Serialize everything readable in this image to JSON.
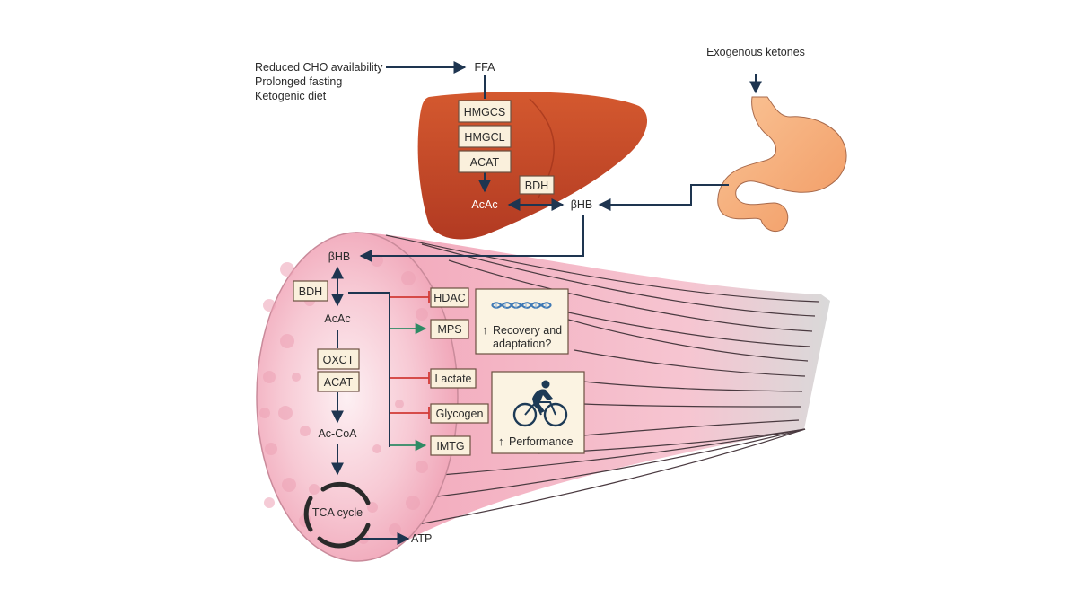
{
  "inputs": {
    "line1": "Reduced CHO availability",
    "line2": "Prolonged fasting",
    "line3": "Ketogenic diet"
  },
  "liver": {
    "ffa": "FFA",
    "enzymes": [
      "HMGCS",
      "HMGCL",
      "ACAT"
    ],
    "acac": "AcAc",
    "bdh": "BDH",
    "bhb": "βHB"
  },
  "exogenous": {
    "label": "Exogenous ketones"
  },
  "muscle": {
    "bhb": "βHB",
    "bdh": "BDH",
    "acac": "AcAc",
    "enzymes": [
      "OXCT",
      "ACAT"
    ],
    "accoa": "Ac-CoA",
    "tca": "TCA cycle",
    "atp": "ATP"
  },
  "targets": [
    {
      "label": "HDAC",
      "effect": "inhibit"
    },
    {
      "label": "MPS",
      "effect": "activate"
    },
    {
      "label": "Lactate",
      "effect": "inhibit"
    },
    {
      "label": "Glycogen",
      "effect": "inhibit"
    },
    {
      "label": "IMTG",
      "effect": "activate"
    }
  ],
  "outcomes": {
    "recovery": {
      "arrow": "↑",
      "line1": "Recovery and",
      "line2": "adaptation?"
    },
    "performance": {
      "arrow": "↑",
      "line1": "Performance"
    }
  },
  "colors": {
    "liver": "#c0452b",
    "stomach": "#f6b07c",
    "muscle": "#f6c4d0",
    "arrow": "#1e3550",
    "inhibit": "#d23a36",
    "activate": "#2e8a64"
  }
}
